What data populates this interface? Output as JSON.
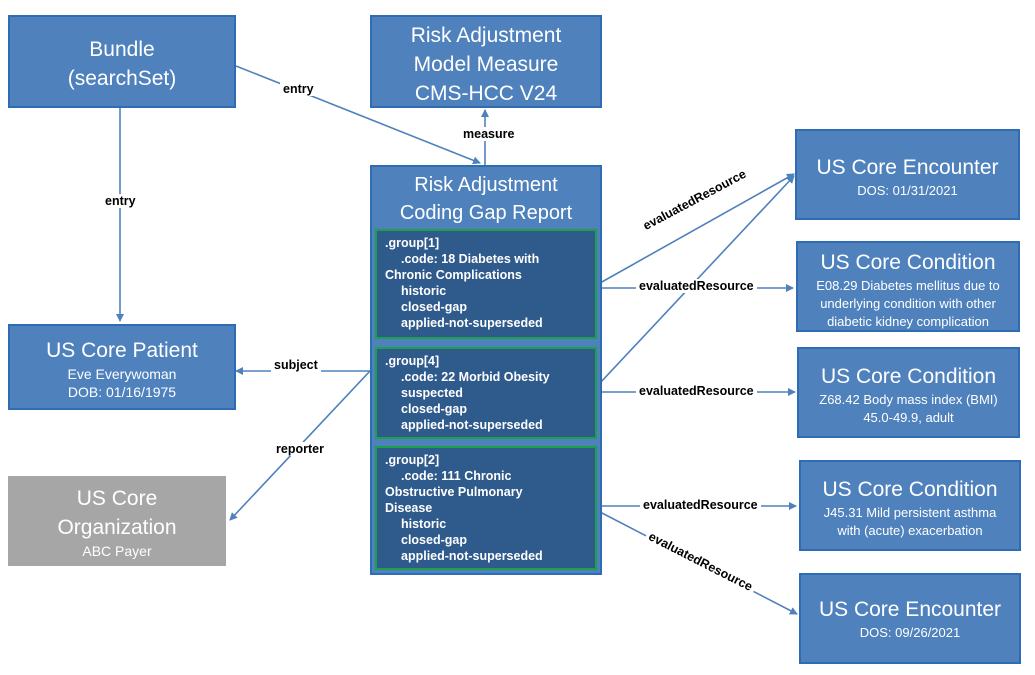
{
  "bundle": {
    "title": "Bundle",
    "subtitle": "(searchSet)"
  },
  "measure": {
    "line1": "Risk Adjustment",
    "line2": "Model Measure",
    "line3": "CMS-HCC V24"
  },
  "report": {
    "line1": "Risk Adjustment",
    "line2": "Coding Gap Report",
    "groups": [
      {
        "name": ".group[1]",
        "code": ".code: 18 Diabetes with",
        "code2": "Chronic Complications",
        "items": [
          "historic",
          "closed-gap",
          "applied-not-superseded"
        ]
      },
      {
        "name": ".group[4]",
        "code": ".code: 22 Morbid Obesity",
        "items": [
          "suspected",
          "closed-gap",
          "applied-not-superseded"
        ]
      },
      {
        "name": ".group[2]",
        "code": ".code: 111 Chronic",
        "code2": "Obstructive Pulmonary",
        "code3": "Disease",
        "items": [
          "historic",
          "closed-gap",
          "applied-not-superseded"
        ]
      }
    ]
  },
  "patient": {
    "title": "US Core Patient",
    "name": "Eve Everywoman",
    "dob": "DOB: 01/16/1975"
  },
  "organization": {
    "line1": "US Core",
    "line2": "Organization",
    "name": "ABC Payer"
  },
  "encounter1": {
    "title": "US Core Encounter",
    "detail": "DOS: 01/31/2021"
  },
  "condition1": {
    "title": "US Core Condition",
    "line1": "E08.29 Diabetes mellitus due to",
    "line2": "underlying condition with other",
    "line3": "diabetic kidney complication"
  },
  "condition2": {
    "title": "US Core Condition",
    "line1": "Z68.42 Body mass index (BMI)",
    "line2": "45.0-49.9, adult"
  },
  "condition3": {
    "title": "US Core Condition",
    "line1": "J45.31 Mild persistent asthma",
    "line2": "with (acute) exacerbation"
  },
  "encounter2": {
    "title": "US Core Encounter",
    "detail": "DOS: 09/26/2021"
  },
  "edges": {
    "entry_top": "entry",
    "entry_left": "entry",
    "measure": "measure",
    "subject": "subject",
    "reporter": "reporter",
    "eval1": "evaluatedResource",
    "eval2": "evaluatedResource",
    "eval3": "evaluatedResource",
    "eval4": "evaluatedResource",
    "eval5": "evaluatedResource"
  },
  "colors": {
    "box": "#4f81bd",
    "group": "#2f5a8c",
    "group_border": "#1ea04a",
    "gray": "#a6a6a6",
    "line": "#4f81bd"
  }
}
